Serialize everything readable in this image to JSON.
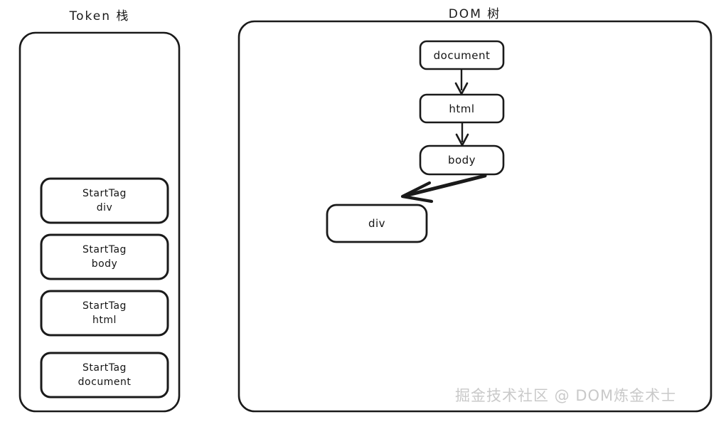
{
  "diagram": {
    "background_color": "#ffffff",
    "stroke_color": "#1a1a1a",
    "panels": {
      "token_stack": {
        "title": "Token 栈",
        "items": [
          {
            "line1": "StartTag",
            "line2": "div"
          },
          {
            "line1": "StartTag",
            "line2": "body"
          },
          {
            "line1": "StartTag",
            "line2": "html"
          },
          {
            "line1": "StartTag",
            "line2": "document"
          }
        ]
      },
      "dom_tree": {
        "title": "DOM 树",
        "nodes": [
          {
            "id": "document",
            "label": "document"
          },
          {
            "id": "html",
            "label": "html"
          },
          {
            "id": "body",
            "label": "body"
          },
          {
            "id": "div",
            "label": "div"
          }
        ],
        "edges": [
          {
            "from": "document",
            "to": "html"
          },
          {
            "from": "html",
            "to": "body"
          },
          {
            "from": "body",
            "to": "div"
          }
        ]
      }
    },
    "watermark": "掘金技术社区 @ DOM炼金术士"
  }
}
